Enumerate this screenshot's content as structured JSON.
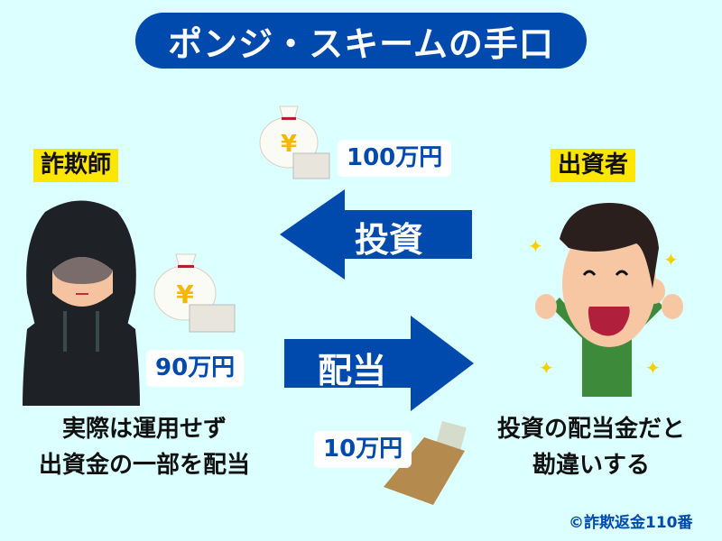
{
  "title": "ポンジ・スキームの手口",
  "roles": {
    "fraudster": "詐欺師",
    "investor": "出資者"
  },
  "arrows": {
    "investment": {
      "label": "投資",
      "direction": "left",
      "color": "#004aad"
    },
    "dividend": {
      "label": "配当",
      "direction": "right",
      "color": "#004aad"
    }
  },
  "amounts": {
    "invested": "100万円",
    "kept": "90万円",
    "paid_out": "10万円"
  },
  "captions": {
    "fraudster": [
      "実際は運用せず",
      "出資金の一部を配当"
    ],
    "investor": [
      "投資の配当金だと",
      "勘違いする"
    ]
  },
  "credit": "©詐欺返金110番",
  "colors": {
    "background": "#dcffff",
    "accent": "#004aad",
    "label_bg": "#ffe600"
  }
}
